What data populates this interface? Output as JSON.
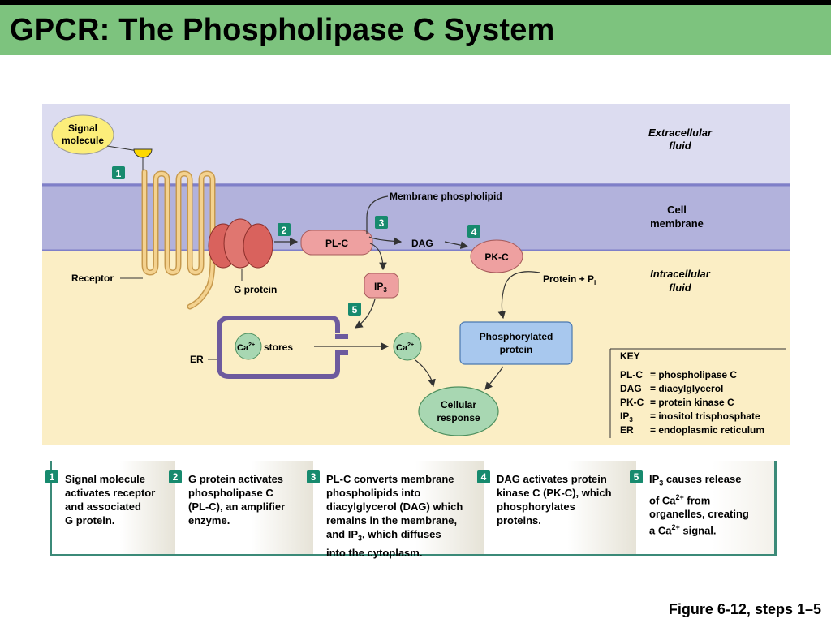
{
  "slide": {
    "title": "GPCR: The Phospholipase C System",
    "caption": "Figure 6-12, steps 1–5"
  },
  "diagram": {
    "regions": {
      "extracellular": "Extracellular\nfluid",
      "membrane": "Cell\nmembrane",
      "intracellular": "Intracellular\nfluid"
    },
    "signal_molecule": "Signal\nmolecule",
    "receptor": "Receptor",
    "g_protein": "G protein",
    "plc": "PL-C",
    "dag": "DAG",
    "pkc": "PK-C",
    "ip3": "IP",
    "ip3_sub": "3",
    "membrane_phospholipid": "Membrane phospholipid",
    "protein_pi": "Protein + P",
    "protein_pi_sub": "i",
    "phosphorylated_protein": "Phosphorylated\nprotein",
    "ca_stores": "stores",
    "ca": "Ca",
    "ca_sup": "2+",
    "er": "ER",
    "cellular_response": "Cellular\nresponse",
    "markers": [
      "1",
      "2",
      "3",
      "4",
      "5"
    ]
  },
  "key": {
    "title": "KEY",
    "entries": [
      {
        "abbr": "PL-C",
        "def": "=  phospholipase C"
      },
      {
        "abbr": "DAG",
        "def": "=  diacylglycerol"
      },
      {
        "abbr": "PK-C",
        "def": "=  protein kinase C"
      },
      {
        "abbr": "IP3",
        "def": "=  inositol trisphosphate"
      },
      {
        "abbr": "ER",
        "def": "=  endoplasmic reticulum"
      }
    ]
  },
  "steps": [
    {
      "num": "1",
      "text": "Signal molecule\nactivates receptor\nand associated\nG protein."
    },
    {
      "num": "2",
      "text": "G protein activates\nphospholipase C\n(PL-C), an amplifier\nenzyme."
    },
    {
      "num": "3",
      "text": "PL-C converts membrane\nphospholipids into\ndiacylglycerol (DAG) which\nremains in the membrane,\nand IP3, which diffuses\ninto the cytoplasm."
    },
    {
      "num": "4",
      "text": "DAG activates protein\nkinase C (PK-C), which\nphosphorylates\nproteins."
    },
    {
      "num": "5",
      "text": "IP3 causes release\nof Ca2+ from\norganelles, creating\na Ca2+ signal."
    }
  ]
}
